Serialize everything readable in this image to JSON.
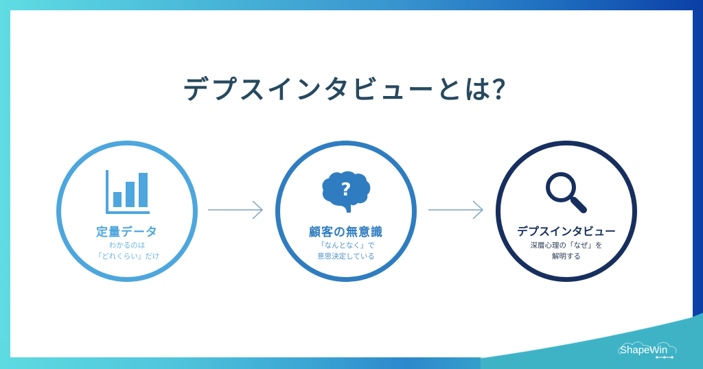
{
  "title": "デプスインタビューとは？",
  "colors": {
    "title": "#27495e",
    "step_1": "#4da6dd",
    "step_2": "#2f7dc0",
    "step_3": "#172f5e",
    "arrow": "#7aa3bf",
    "frame_gradient_start": "#5fdde3",
    "frame_gradient_end": "#0b3fa6",
    "wave": "#3fb3c6"
  },
  "steps": [
    {
      "icon": "bar-chart-icon",
      "label": "定量データ",
      "desc_line1": "わかるのは",
      "desc_line2": "「どれくらい」だけ"
    },
    {
      "icon": "brain-question-icon",
      "label": "顧客の無意識",
      "desc_line1": "「なんとなく」で",
      "desc_line2": "意思決定している",
      "icon_glyph": "?"
    },
    {
      "icon": "magnifier-icon",
      "label": "デプスインタビュー",
      "desc_line1": "深層心理の「なぜ」を",
      "desc_line2": "解明する"
    }
  ],
  "arrows": [
    "arrow-right-icon",
    "arrow-right-icon"
  ],
  "logo": {
    "text": "ShapeWin"
  }
}
